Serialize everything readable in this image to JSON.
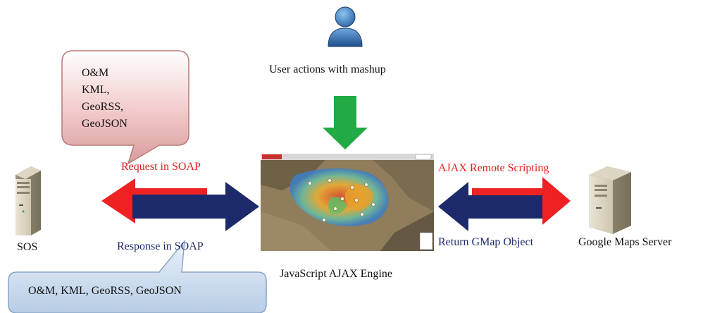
{
  "labels": {
    "user_actions": "User actions with mashup",
    "request_soap": "Request in SOAP",
    "response_soap": "Response in SOAP",
    "sos": "SOS",
    "engine": "JavaScript AJAX Engine",
    "ajax_remote": "AJAX Remote Scripting",
    "return_gmap": "Return GMap Object",
    "google_server": "Google Maps Server",
    "map_title": "Tulare Air Quality Reporter"
  },
  "formats_bubble": {
    "lines": [
      "O&M",
      "KML,",
      "GeoRSS,",
      "GeoJSON"
    ]
  },
  "formats_box": "O&M, KML, GeoRSS, GeoJSON",
  "colors": {
    "red_arrow": "#ee2222",
    "navy_arrow": "#1c2a6b",
    "green_arrow": "#22aa44",
    "red_text": "#e0201c",
    "navy_text": "#1c2a6b",
    "user_icon": "#2f6fb0"
  },
  "icons": [
    "user-icon",
    "server-icon"
  ]
}
